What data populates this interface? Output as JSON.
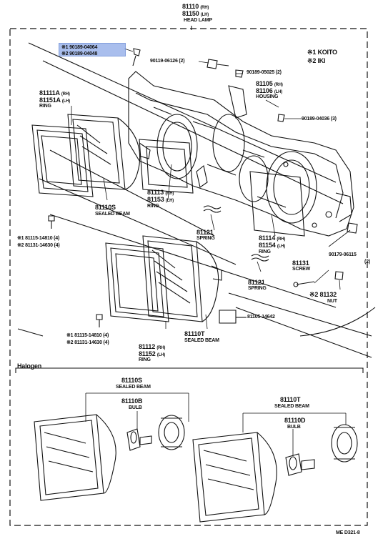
{
  "title": {
    "rh": "81110",
    "rh_tag": "(RH)",
    "lh": "81150",
    "lh_tag": "(LH)",
    "name": "HEAD LAMP"
  },
  "legend": {
    "k1": "※1 KOITO",
    "k2": "※2 IKI"
  },
  "parts": {
    "p_90189_04064": "※1 90189-04064",
    "p_90189_04048": "※2 90189-04048",
    "p_90119_06126": "90119-06126 (2)",
    "p_90189_05025": "90189-05025 (2)",
    "p_81105": "81105",
    "p_81105_tag": "(RH)",
    "p_81106": "81106",
    "p_81106_tag": "(LH)",
    "p_housing": "HOUSING",
    "p_90189_04036": "90189-04036 (3)",
    "p_81111A": "81111A",
    "p_81111A_tag": "(RH)",
    "p_81151A": "81151A",
    "p_81151A_tag": "(LH)",
    "p_ring1": "RING",
    "p_81110S_top": "81110S",
    "p_sealed1": "SEALED BEAM",
    "p_81113": "81113",
    "p_81113_tag": "(RH)",
    "p_81153": "81153",
    "p_81153_tag": "(LH)",
    "p_ring2": "RING",
    "p_81121a": "81121",
    "p_spring1": "SPRING",
    "p_81114": "81114",
    "p_81114_tag": "(RH)",
    "p_81154": "81154",
    "p_81154_tag": "(LH)",
    "p_ring3": "RING",
    "p_90179": "90179-06115",
    "p_90179_qty": "(2)",
    "p_81131": "81131",
    "p_screw": "SCREW",
    "p_81121b": "81121",
    "p_spring2": "SPRING",
    "p_81132": "※2 81132",
    "p_nut": "NUT",
    "p_81105_14642": "81105-14642",
    "p_k1a": "※1 81115-14810 (4)",
    "p_k2a": "※2 81131-14630 (4)",
    "p_k1b": "※1 81115-14810 (4)",
    "p_k2b": "※2 81131-14630 (4)",
    "p_81112": "81112",
    "p_81112_tag": "(RH)",
    "p_81152": "81152",
    "p_81152_tag": "(LH)",
    "p_ring4": "RING",
    "p_81110T": "81110T",
    "p_sealed2": "SEALED BEAM"
  },
  "halogen": {
    "label": "Halogen",
    "s_code": "81110S",
    "s_name": "SEALED BEAM",
    "b_code": "81110B",
    "b_name": "BULB",
    "t_code": "81110T",
    "t_name": "SEALED BEAM",
    "d_code": "81110D",
    "d_name": "BULB"
  },
  "footer": "ME  D321-8"
}
